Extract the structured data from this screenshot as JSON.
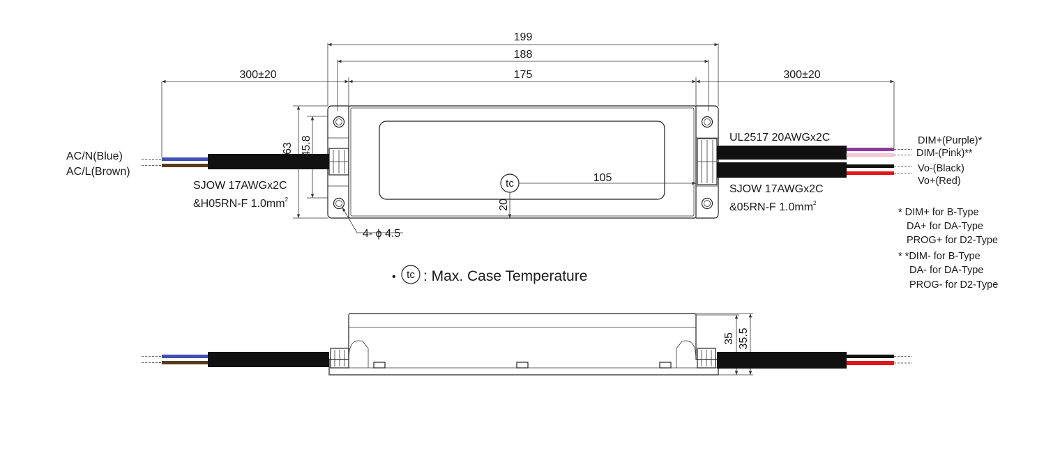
{
  "dimensions": {
    "overall_length": "199",
    "mount_span": "188",
    "body_length": "175",
    "lead_left": "300±20",
    "lead_right": "300±20",
    "height_outer": "63",
    "height_inner": "45.8",
    "tc_x": "105",
    "tc_y": "20",
    "holes": "4- ϕ 4.5",
    "side_h1": "35",
    "side_h2": "35.5"
  },
  "labels": {
    "ac_n": "AC/N(Blue)",
    "ac_l": "AC/L(Brown)",
    "input_cable_1": "SJOW 17AWGx2C",
    "input_cable_2": "&H05RN-F 1.0mm",
    "input_cable_sup": "2",
    "dim_cable": "UL2517 20AWGx2C",
    "output_cable_1": "SJOW 17AWGx2C",
    "output_cable_2": "&05RN-F 1.0mm",
    "output_cable_sup": "2",
    "dim_plus": "DIM+(Purple)*",
    "dim_minus": "DIM-(Pink)**",
    "vo_minus": "Vo-(Black)",
    "vo_plus": "Vo+(Red)",
    "tc_symbol": "tc",
    "tc_bullet": "•",
    "tc_legend": ": Max. Case Temperature"
  },
  "notes": [
    "* DIM+ for B-Type",
    "DA+ for DA-Type",
    "PROG+ for D2-Type",
    "* *DIM- for B-Type",
    "DA- for DA-Type",
    "PROG- for D2-Type"
  ],
  "colors": {
    "wire_blue": "#3f51b5",
    "wire_brown": "#5a3b1e",
    "wire_purple": "#8e3a9e",
    "wire_pink": "#f3c8d8",
    "wire_black": "#111111",
    "wire_red": "#e0161b",
    "cable_jacket": "#111111"
  }
}
